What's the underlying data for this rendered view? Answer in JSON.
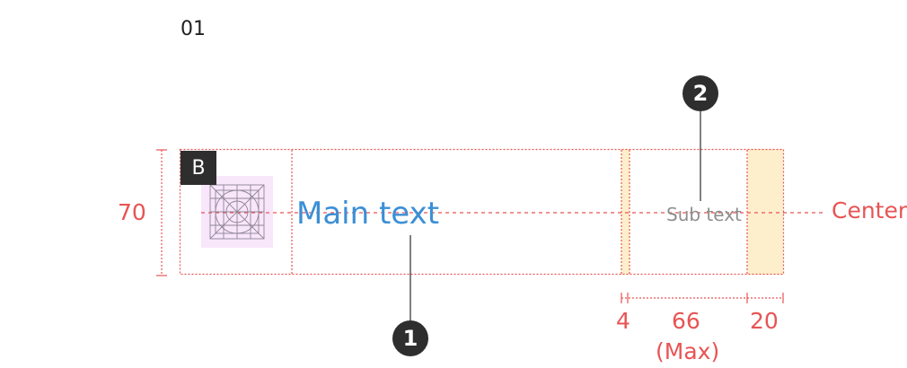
{
  "section_number": "01",
  "badge": "B",
  "main_text": "Main text",
  "sub_text": "Sub text",
  "center_label": "Center",
  "dimensions": {
    "height": "70",
    "gap": "4",
    "sub_text_width": "66",
    "sub_text_width_note": "(Max)",
    "right_padding": "20"
  },
  "callouts": [
    "1",
    "2"
  ],
  "colors": {
    "guide_red": "#e85454",
    "main_text_blue": "#3b8fd6",
    "sub_text_gray": "#8e8e8e",
    "callout_dark": "#2e2e2e",
    "padding_fill": "#fdefcc",
    "icon_tile": "#f8e6fa"
  },
  "icon": "icon-grid-keyline-icon"
}
